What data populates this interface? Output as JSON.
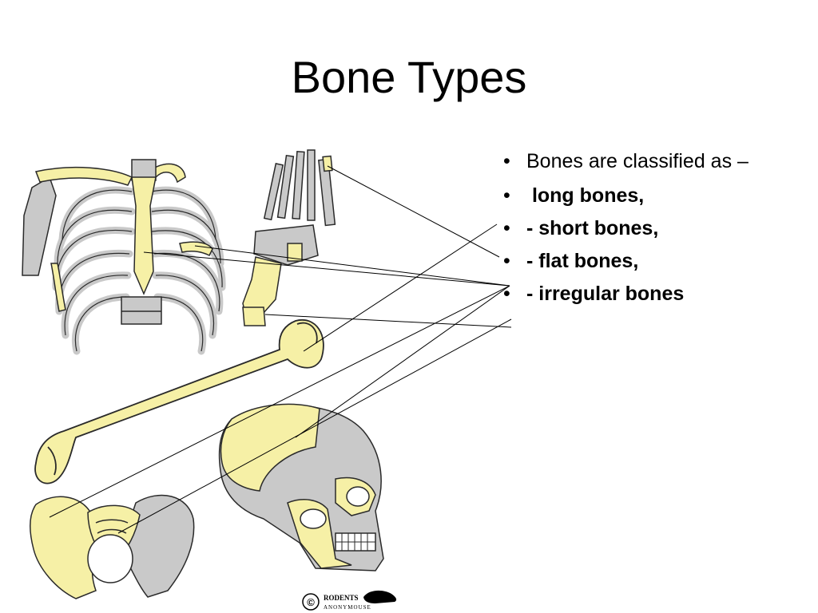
{
  "slide": {
    "title": "Bone Types",
    "bullets": [
      {
        "text": "Bones are classified as –",
        "bold": false
      },
      {
        "text": " long bones,",
        "bold": true
      },
      {
        "text": "- short bones,",
        "bold": true
      },
      {
        "text": "- flat bones,",
        "bold": true
      },
      {
        "text": "- irregular bones",
        "bold": true
      }
    ],
    "bullet_glyph": "•"
  },
  "illustration": {
    "parts": [
      "rib-cage",
      "foot",
      "humerus",
      "skull",
      "pelvis"
    ],
    "credit": {
      "line1": "RODENTS",
      "line2": "ANONYMOUSE",
      "symbol": "©"
    }
  },
  "colors": {
    "bone_highlight": "#f6f0a6",
    "bone_gray": "#c9c9c9",
    "outline": "#2a2a2a"
  }
}
